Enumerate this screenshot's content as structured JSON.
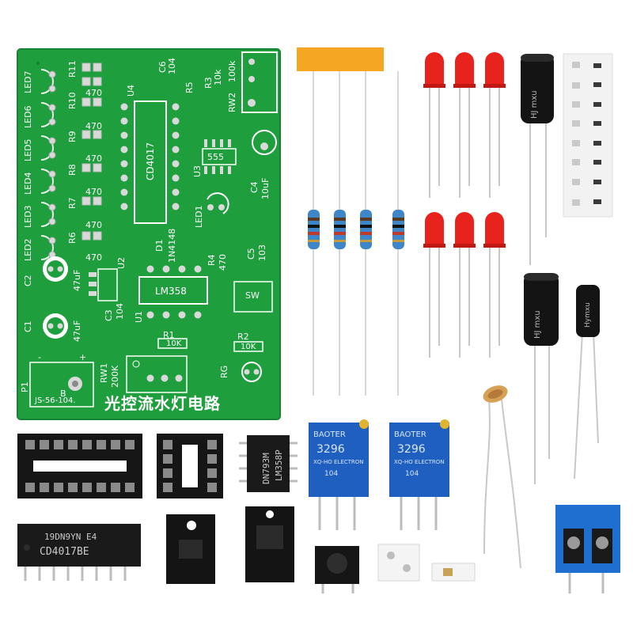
{
  "pcb": {
    "title": "光控流水灯电路",
    "labels": {
      "led7": "LED7",
      "led6": "LED6",
      "led5": "LED5",
      "led4": "LED4",
      "led3": "LED3",
      "led2": "LED2",
      "led1": "LED1",
      "r11": "R11",
      "r10": "R10",
      "r9": "R9",
      "r8": "R8",
      "r7": "R7",
      "r6": "R6",
      "r5": "R5",
      "r3": "R3",
      "r4": "R4",
      "r1": "R1",
      "r2": "R2",
      "val_470": "470",
      "val_10k": "10k",
      "val_10K": "10K",
      "val_100k": "100k",
      "c6": "C6",
      "c6_val": "104",
      "c4": "C4",
      "c4_val": "10uF",
      "c5": "C5",
      "c5_val": "103",
      "c3": "C3",
      "c3_val": "104",
      "c2": "C2",
      "c2_val": "47uF",
      "c1": "C1",
      "c1_val": "47uF",
      "u4": "U4",
      "u3": "U3",
      "u2": "U2",
      "u1": "U1",
      "cd4017": "CD4017",
      "chip555": "555",
      "lm358": "LM358",
      "d1": "D1",
      "in4148": "1N4148",
      "rw2": "RW2",
      "rw1": "RW1",
      "rw1_val": "200K",
      "sw": "SW",
      "rg": "RG",
      "p1": "P1",
      "b": "B",
      "connector": "JS-56-104.",
      "plus": "+",
      "minus": "-"
    }
  },
  "parts": {
    "cd4017_chip": "CD4017BE",
    "cd4017_code": "19DN9YN E4",
    "lm358_chip": "LM358P",
    "lm358_code": "DN793M",
    "pot_brand": "BAOTER",
    "pot_model": "3296",
    "pot_sub": "XQ-HO ELECTRON",
    "pot_value": "104",
    "cap_brand": "HJ mxu",
    "cap_brand2": "Hymxu"
  },
  "colors": {
    "pcb_green": "#1f9e3d",
    "silkscreen": "#ffffff",
    "led_red": "#e8221c",
    "pot_blue": "#1f5fbf",
    "terminal_blue": "#1f6fd0",
    "resistor_blue": "#3f86c8",
    "cap_black": "#141414"
  }
}
